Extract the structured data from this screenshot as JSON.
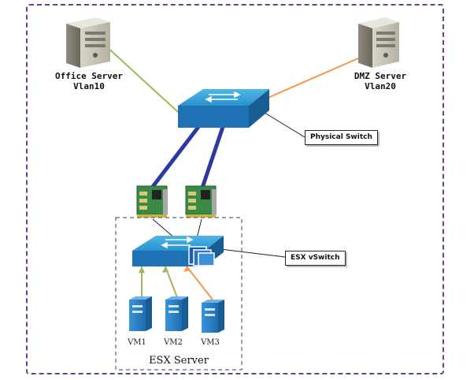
{
  "office_server": {
    "line1": "Office Server",
    "line2": "Vlan10"
  },
  "dmz_server": {
    "line1": "DMZ Server",
    "line2": "Vlan20"
  },
  "physical_switch": {
    "label": "Physical Switch"
  },
  "esx_vswitch": {
    "label": "ESX vSwitch"
  },
  "vms": [
    {
      "label": "VM1"
    },
    {
      "label": "VM2"
    },
    {
      "label": "VM3"
    }
  ],
  "esx_server": {
    "label": "ESX Server"
  },
  "colors": {
    "frame": "#6a3f8f",
    "vlan10_link": "#9bbb59",
    "vlan20_link": "#f79646",
    "uplink": "#2a3a9e",
    "switch_top": "#2f9fd8",
    "switch_side": "#1e72b3",
    "vm_body": "#2b7fc4",
    "nic_board": "#3a8a45"
  }
}
